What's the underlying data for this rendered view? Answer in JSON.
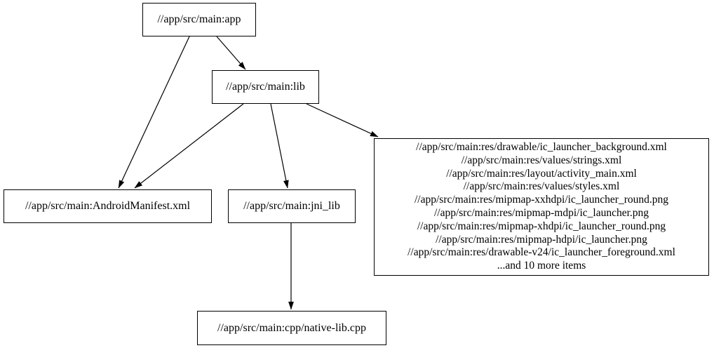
{
  "graph": {
    "background_color": "#ffffff",
    "node_border_color": "#000000",
    "edge_color": "#000000",
    "text_color": "#000000",
    "nodes": {
      "app": {
        "label": "//app/src/main:app"
      },
      "lib": {
        "label": "//app/src/main:lib"
      },
      "manifest": {
        "label": "//app/src/main:AndroidManifest.xml"
      },
      "jni_lib": {
        "label": "//app/src/main:jni_lib"
      },
      "native": {
        "label": "//app/src/main:cpp/native-lib.cpp"
      },
      "resources": {
        "lines": [
          "//app/src/main:res/drawable/ic_launcher_background.xml",
          "//app/src/main:res/values/strings.xml",
          "//app/src/main:res/layout/activity_main.xml",
          "//app/src/main:res/values/styles.xml",
          "//app/src/main:res/mipmap-xxhdpi/ic_launcher_round.png",
          "//app/src/main:res/mipmap-mdpi/ic_launcher.png",
          "//app/src/main:res/mipmap-xhdpi/ic_launcher_round.png",
          "//app/src/main:res/mipmap-hdpi/ic_launcher.png",
          "//app/src/main:res/drawable-v24/ic_launcher_foreground.xml",
          "...and 10 more items"
        ]
      }
    },
    "edges": [
      {
        "from": "//app/src/main:app",
        "to": "//app/src/main:lib"
      },
      {
        "from": "//app/src/main:app",
        "to": "//app/src/main:AndroidManifest.xml"
      },
      {
        "from": "//app/src/main:lib",
        "to": "//app/src/main:AndroidManifest.xml"
      },
      {
        "from": "//app/src/main:lib",
        "to": "//app/src/main:jni_lib"
      },
      {
        "from": "//app/src/main:lib",
        "to": "resources-group"
      },
      {
        "from": "//app/src/main:jni_lib",
        "to": "//app/src/main:cpp/native-lib.cpp"
      }
    ]
  }
}
